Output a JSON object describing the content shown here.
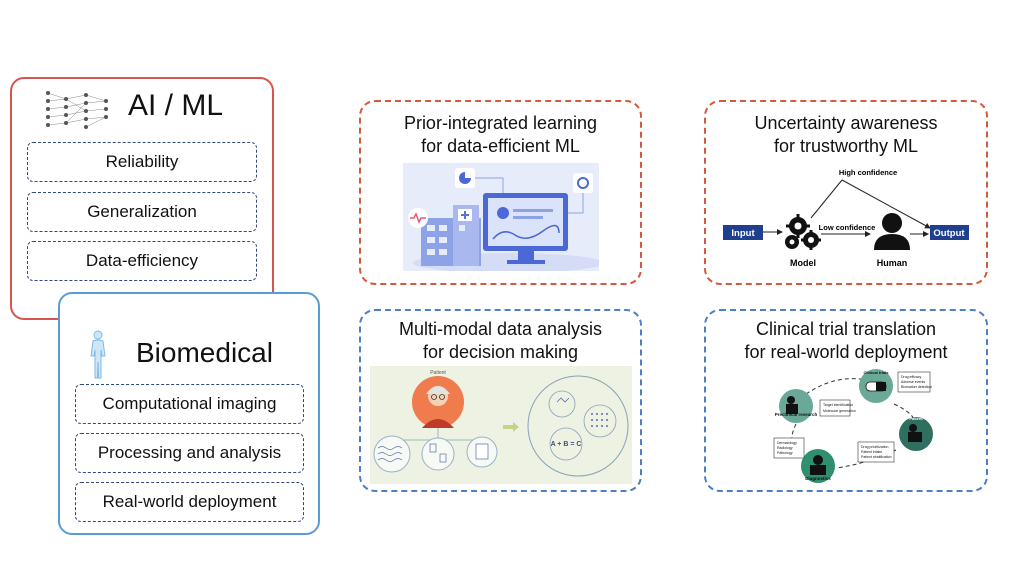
{
  "ai_ml": {
    "title": "AI / ML",
    "items": [
      "Reliability",
      "Generalization",
      "Data-efficiency"
    ],
    "accent": "#d9534f"
  },
  "biomedical": {
    "title": "Biomedical",
    "items": [
      "Computational imaging",
      "Processing and analysis",
      "Real-world deployment"
    ],
    "accent": "#5b9bd5"
  },
  "cards": {
    "prior": {
      "line1": "Prior-integrated learning",
      "line2": "for data-efficient ML"
    },
    "uncertainty": {
      "line1": "Uncertainty awareness",
      "line2": "for trustworthy ML",
      "diagram": {
        "input": "Input",
        "output": "Output",
        "model": "Model",
        "human": "Human",
        "high": "High confidence",
        "low": "Low confidence"
      }
    },
    "multimodal": {
      "line1": "Multi-modal data analysis",
      "line2": "for decision making",
      "figure": {
        "patient": "Patient",
        "formula": "A + B = C"
      }
    },
    "clinical": {
      "line1": "Clinical trial translation",
      "line2": "for real-world deployment",
      "figure": {
        "preclinical": "Preclinical research",
        "clinical_trial": "Clinical trials",
        "patient": "Patient",
        "diagnostics": "Diagnostics",
        "notes_preclinical": [
          "Target identification",
          "Molecular generation"
        ],
        "notes_clinical": [
          "Drug efficacy",
          "Adverse events",
          "Biomarker detection"
        ],
        "notes_patient": [
          "Drug prioritization",
          "Patient intake",
          "Patient stratification"
        ],
        "notes_diagnostics": [
          "Dermatology",
          "Radiology",
          "Pathology"
        ]
      }
    }
  }
}
